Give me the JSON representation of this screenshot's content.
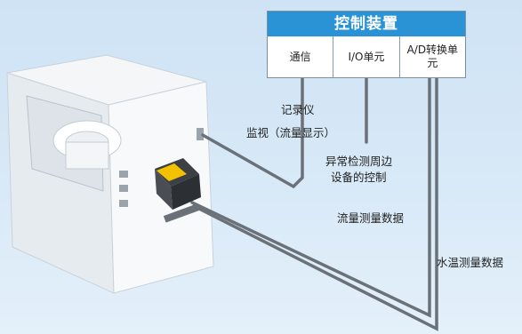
{
  "controller": {
    "title": "控制装置",
    "cells": [
      {
        "label": "通信"
      },
      {
        "label": "I/O单元"
      },
      {
        "label": "A/D转换单元"
      }
    ]
  },
  "labels": {
    "recorder": "记录仪",
    "monitor": "监视（流量显示）",
    "periphery_line1": "异常检测周边",
    "periphery_line2": "设备的控制",
    "flow_data": "流量测量数据",
    "water_temp_data": "水温测量数据"
  },
  "colors": {
    "title_bar": "#2a93d5",
    "background": "#d8e9f7",
    "sensor": "#f2c200",
    "cable": "#6b7179"
  }
}
